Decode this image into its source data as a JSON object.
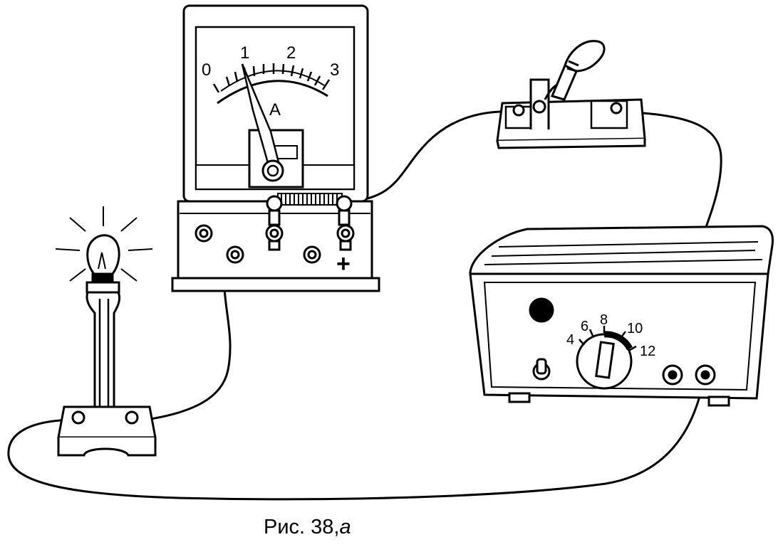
{
  "ammeter": {
    "scale_labels": [
      "0",
      "1",
      "2",
      "3"
    ],
    "unit_label": "A",
    "terminal_sign": "+"
  },
  "power_supply": {
    "dial_labels": [
      "4",
      "6",
      "8",
      "10",
      "12"
    ]
  },
  "caption": {
    "text": "Рис. 38,",
    "letter": "a"
  }
}
